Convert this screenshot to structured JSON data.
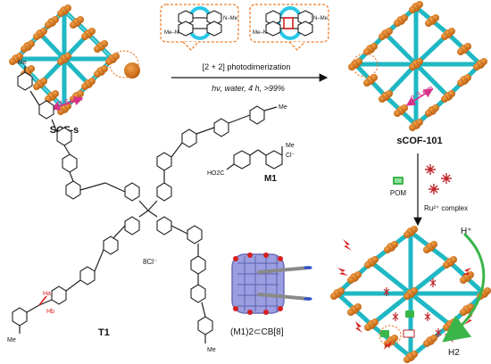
{
  "reaction": {
    "line1": "[2 + 2] photodimerization",
    "line2": "hν, water, 4 h, >99%"
  },
  "frameworks": {
    "left_name": "SOF-s",
    "left_pore": "3.5 nm",
    "right_name": "sCOF-101",
    "right_pore": "2.3 nm"
  },
  "monomer": {
    "name": "M1",
    "counterion": "Cl⁻",
    "cooh": "HO2C"
  },
  "tecton": {
    "name": "T1",
    "counterion": "8Cl⁻",
    "ha": "Ha",
    "hb": "Hb",
    "methyl": "Me"
  },
  "complex": {
    "name": "(M1)2⊂CB[8]"
  },
  "loading": {
    "pom": "POM",
    "ru": "Ru²⁺ complex"
  },
  "hydrogen": {
    "proton": "H⁺",
    "h2": "H2"
  },
  "colors": {
    "teal": "#1fb8c4",
    "orange": "#e07b1c",
    "cb8": "#8c8fd8",
    "red": "#d62020",
    "green": "#3ab54a",
    "dash": "#ee7d2a",
    "pore_arrow": "#d6338a"
  }
}
